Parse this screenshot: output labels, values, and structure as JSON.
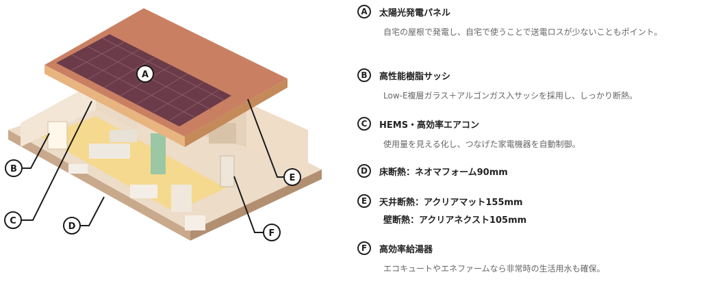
{
  "markers": {
    "A": "A",
    "B": "B",
    "C": "C",
    "D": "D",
    "E": "E",
    "F": "F"
  },
  "features": [
    {
      "badge": "A",
      "title": "太陽光発電パネル",
      "description": "自宅の屋根で発電し、自宅で使うことで送電ロスが少ないこともポイント。"
    },
    {
      "badge": "B",
      "title": "高性能樹脂サッシ",
      "description": "Low-E複層ガラス＋アルゴンガス入サッシを採用し、しっかり断熱。"
    },
    {
      "badge": "C",
      "title": "HEMS・高効率エアコン",
      "description": "使用量を見える化し、つなげた家電機器を自動制御。"
    },
    {
      "badge": "D",
      "title": "床断熱：ネオマフォーム90mm"
    },
    {
      "badge": "E",
      "title": "天井断熱：アクリアマット155mm",
      "subtitle": "壁断熱：アクリアネクスト105mm"
    },
    {
      "badge": "F",
      "title": "高効率給湯器",
      "description": "エコキュートやエネファームなら非常時の生活用水も確保。"
    }
  ]
}
